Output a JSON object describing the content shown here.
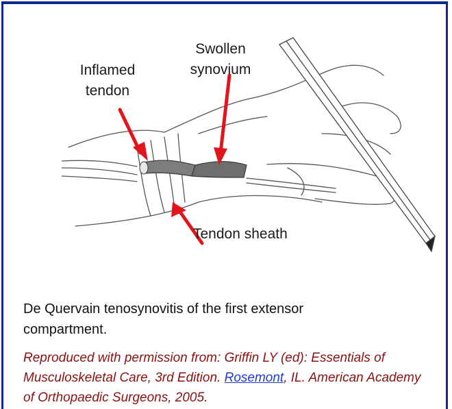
{
  "figure": {
    "labels": {
      "inflamed_tendon_line1": "Inflamed",
      "inflamed_tendon_line2": "tendon",
      "swollen_synovium_line1": "Swollen",
      "swollen_synovium_line2": "synovium",
      "tendon_sheath": "Tendon sheath"
    },
    "arrow_color": "#e0161c",
    "tendon_color": "#7d7d7d"
  },
  "caption": {
    "line1": "De Quervain tenosynovitis of the first extensor",
    "line2": "compartment."
  },
  "credit": {
    "part1": "Reproduced with permission from: Griffin LY (ed): Essentials of Musculoskeletal Care, 3rd Edition. ",
    "link_text": "Rosemont",
    "part2": ", IL. American Academy of Orthopaedic Surgeons, 2005."
  },
  "theme": {
    "border_color": "#0d2a8c",
    "credit_color": "#8b1111",
    "link_color": "#1f3dcc"
  }
}
